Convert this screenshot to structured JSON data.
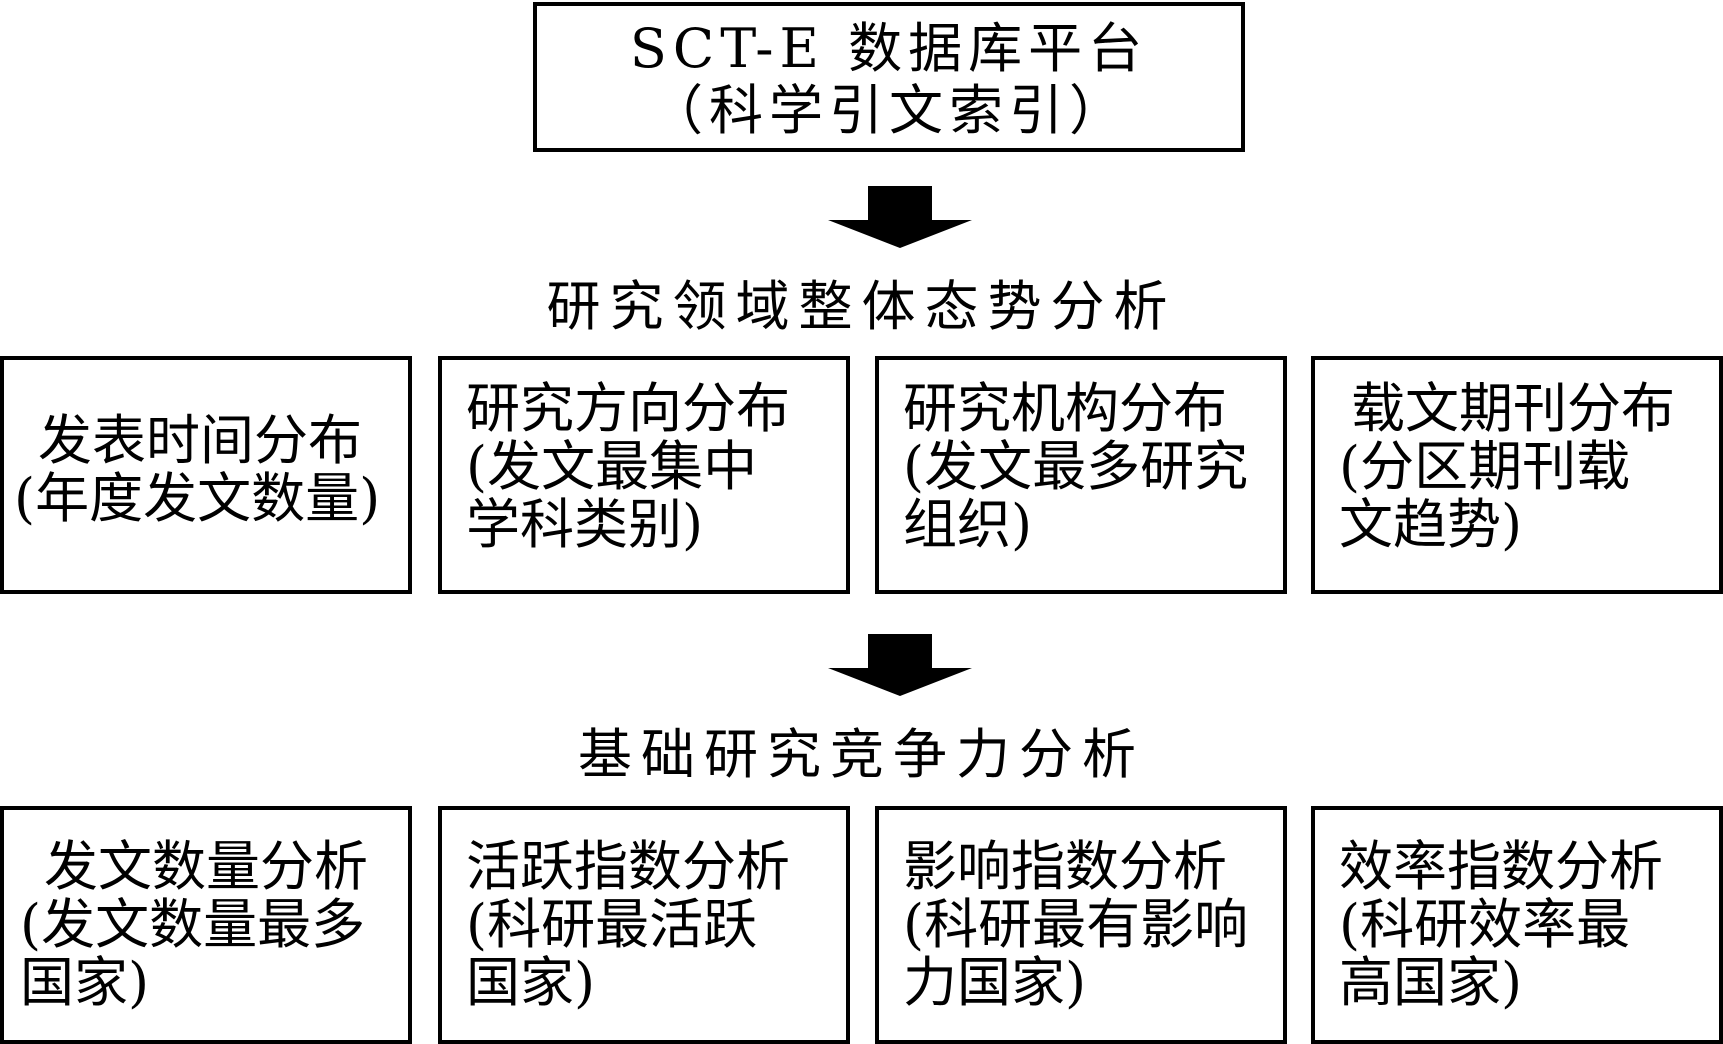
{
  "platform": {
    "line1": "SCT-E 数据库平台",
    "line2": "（科学引文索引）"
  },
  "section1": {
    "title": "研究领域整体态势分析",
    "boxes": [
      {
        "lines": [
          "发表时间分布",
          "(年度发文数量)"
        ]
      },
      {
        "lines": [
          "研究方向分布",
          "(发文最集中",
          "学科类别)"
        ]
      },
      {
        "lines": [
          "研究机构分布",
          "(发文最多研究",
          "组织)"
        ]
      },
      {
        "lines": [
          "载文期刊分布",
          "(分区期刊载",
          "文趋势)"
        ]
      }
    ]
  },
  "section2": {
    "title": "基础研究竞争力分析",
    "boxes": [
      {
        "lines": [
          "发文数量分析",
          "(发文数量最多",
          "国家)"
        ]
      },
      {
        "lines": [
          "活跃指数分析",
          "(科研最活跃",
          "国家)"
        ]
      },
      {
        "lines": [
          "影响指数分析",
          "(科研最有影响",
          "力国家)"
        ]
      },
      {
        "lines": [
          "效率指数分析",
          "(科研效率最",
          "高国家)"
        ]
      }
    ]
  },
  "arrows": [
    {
      "icon": "down-arrow-icon"
    },
    {
      "icon": "down-arrow-icon"
    }
  ]
}
